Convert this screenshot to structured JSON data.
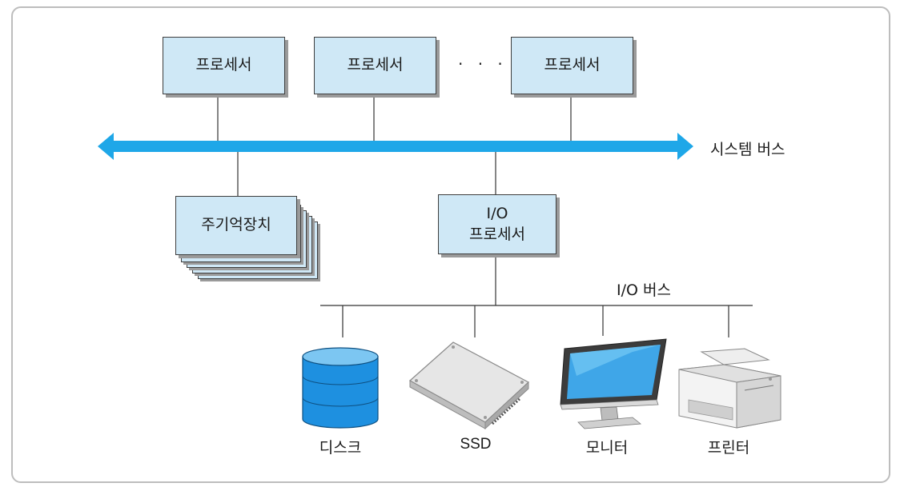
{
  "processors": [
    "프로세서",
    "프로세서",
    "프로세서"
  ],
  "ellipsis": "· · ·",
  "system_bus_label": "시스템 버스",
  "main_memory_label": "주기억장치",
  "io_processor": {
    "line1": "I/O",
    "line2": "프로세서"
  },
  "io_bus_label": "I/O 버스",
  "devices": {
    "disk": "디스크",
    "ssd": "SSD",
    "monitor": "모니터",
    "printer": "프린터"
  },
  "colors": {
    "box_fill": "#cfe8f6",
    "bus_arrow": "#1ea7e8",
    "disk": "#1e90e0"
  }
}
